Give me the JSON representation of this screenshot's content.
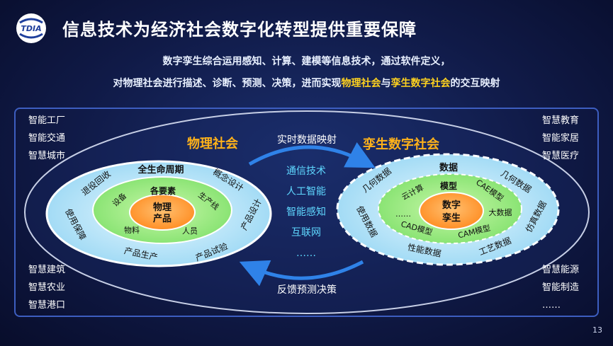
{
  "header": {
    "logo_text": "TDIA",
    "title": "信息技术为经济社会数字化转型提供重要保障"
  },
  "subtitle": {
    "line1": "数字孪生综合运用感知、计算、建模等信息技术，通过软件定义，",
    "line2_a": "对物理社会进行描述、诊断、预测、决策，进而实现",
    "line2_b": "物理社会",
    "line2_c": "与",
    "line2_d": "孪生数字社会",
    "line2_e": "的交互映射"
  },
  "corners": {
    "top_left": [
      "智能工厂",
      "智能交通",
      "智慧城市"
    ],
    "top_right": [
      "智慧教育",
      "智能家居",
      "智慧医疗"
    ],
    "bottom_left": [
      "智慧建筑",
      "智慧农业",
      "智慧港口"
    ],
    "bottom_right": [
      "智慧能源",
      "智能制造",
      "……"
    ]
  },
  "physical": {
    "title": "物理社会",
    "ring_title": "全生命周期",
    "outer": [
      "概念设计",
      "产品设计",
      "产品试验",
      "产品生产",
      "使用保障",
      "退役回收"
    ],
    "middle_title": "各要素",
    "middle": [
      "生产线",
      "人员",
      "物料",
      "设备"
    ],
    "core": [
      "物理",
      "产品"
    ]
  },
  "digital": {
    "title": "孪生数字社会",
    "ring_title": "数据",
    "outer": [
      "几何数据",
      "仿真数据",
      "工艺数据",
      "性能数据",
      "使用数据",
      "几何数据"
    ],
    "middle_title": "模型",
    "middle": [
      "CAE模型",
      "大数据",
      "CAM模型",
      "CAD模型",
      "……",
      "云计算"
    ],
    "core": [
      "数字",
      "孪生"
    ]
  },
  "center": {
    "top_arrow_label": "实时数据映射",
    "bottom_arrow_label": "反馈预测决策",
    "techs": [
      "通信技术",
      "人工智能",
      "智能感知",
      "互联网",
      "……"
    ]
  },
  "page_number": "13",
  "colors": {
    "highlight": "#ffd21f",
    "title_orange": "#ffb21a",
    "tech_cyan": "#5fd8ff",
    "core_orange": "#ff9a2e",
    "arrow_blue": "#2f82e8"
  }
}
